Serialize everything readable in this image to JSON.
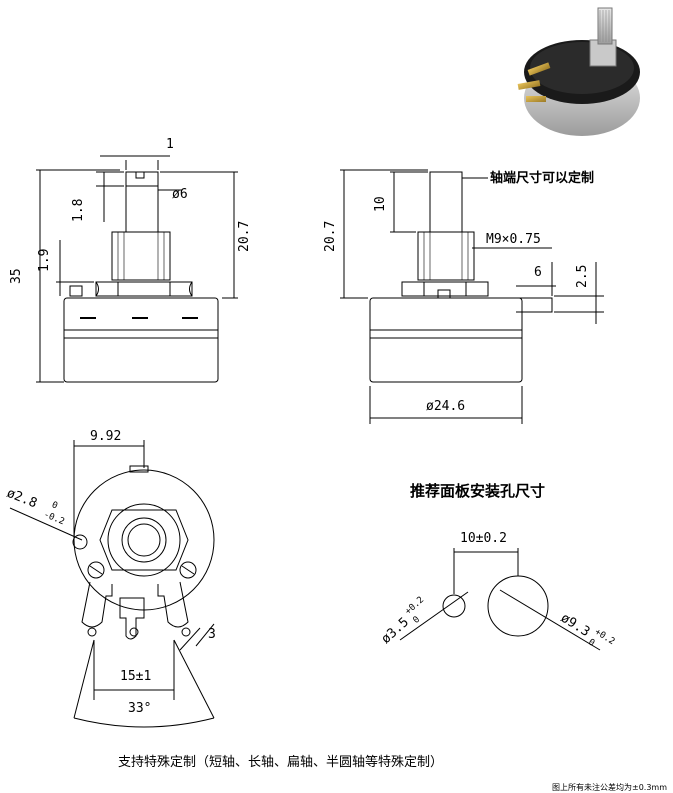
{
  "front_view": {
    "dims": {
      "top_flat": "1",
      "flat_depth": "1.8",
      "shaft_dia": "ø6",
      "shaft_len": "20.7",
      "total_height": "35",
      "bushing_step": "1.9"
    }
  },
  "side_view": {
    "note_shaft": "轴端尺寸可以定制",
    "dims": {
      "shaft_len": "10",
      "thread": "M9×0.75",
      "height": "20.7",
      "tab_offset": "6",
      "tab_height": "2.5",
      "body_dia": "ø24.6"
    }
  },
  "bottom_view": {
    "dims": {
      "offset": "9.92",
      "hole": "ø2.8",
      "hole_tol_upper": "0",
      "hole_tol_lower": "-0.2",
      "pin_width": "3",
      "pin_pitch": "15±1",
      "angle": "33°"
    }
  },
  "panel_cutout": {
    "title": "推荐面板安装孔尺寸",
    "dims": {
      "spacing": "10±0.2",
      "small_hole": "ø3.5",
      "small_tol_upper": "+0.2",
      "small_tol_lower": "0",
      "large_hole": "ø9.3",
      "large_tol_upper": "+0.2",
      "large_tol_lower": "0"
    }
  },
  "footer": {
    "custom_note": "支持特殊定制（短轴、长轴、扁轴、半圆轴等特殊定制）",
    "tolerance_note": "图上所有未注公差均为±0.3mm"
  }
}
